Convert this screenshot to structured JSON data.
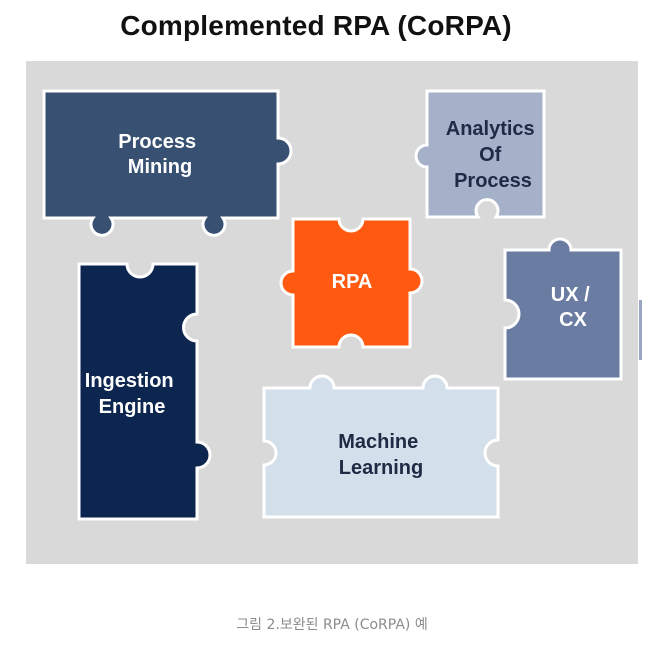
{
  "title": "Complemented RPA (CoRPA)",
  "caption": "그림 2.보완된 RPA (CoRPA) 예",
  "pieces": {
    "process_mining": {
      "lines": [
        "Process",
        "Mining"
      ],
      "fill": "#385072",
      "text_color": "#ffffff"
    },
    "analytics": {
      "lines": [
        "Analytics",
        "Of",
        "Process"
      ],
      "fill": "#a4b1c9",
      "text_color": "#1f2a44"
    },
    "rpa": {
      "lines": [
        "RPA"
      ],
      "fill": "#ff5a0f",
      "text_color": "#ffffff"
    },
    "ux_cx": {
      "lines": [
        "UX /",
        "CX"
      ],
      "fill": "#6a7ca2",
      "text_color": "#ffffff"
    },
    "ingestion": {
      "lines": [
        "Ingestion",
        "Engine"
      ],
      "fill": "#0d2650",
      "text_color": "#ffffff"
    },
    "machine_learning": {
      "lines": [
        "Machine",
        "Learning"
      ],
      "fill": "#d3dfea",
      "text_color": "#1f2a44"
    }
  },
  "colors": {
    "background": "#d9d9d9",
    "piece_stroke": "#ffffff"
  }
}
